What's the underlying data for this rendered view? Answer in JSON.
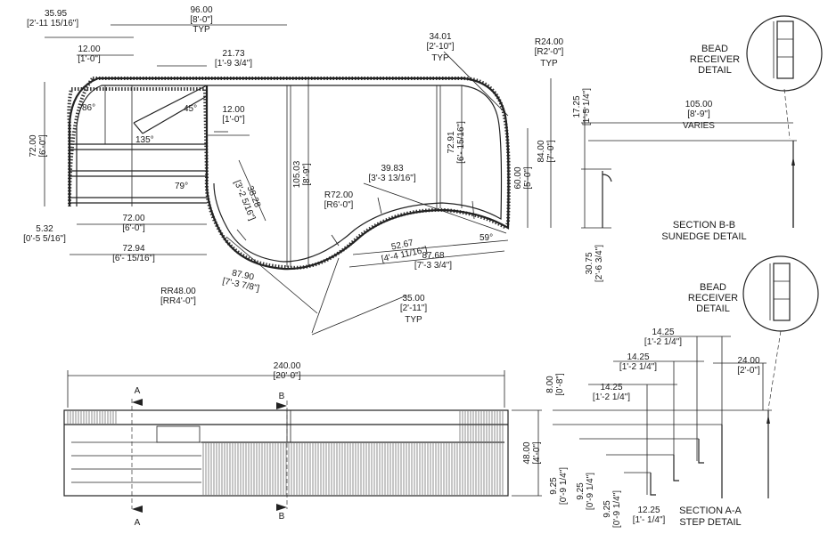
{
  "plan_labels": {
    "d1": [
      "35.95",
      "[2'-11 15/16\"]"
    ],
    "d2": [
      "96.00",
      "[8'-0\"]",
      "TYP"
    ],
    "d3": [
      "12.00",
      "[1'-0\"]"
    ],
    "d4": [
      "21.73",
      "[1'-9 3/4\"]"
    ],
    "d5": [
      "34.01",
      "[2'-10\"]",
      "TYP"
    ],
    "d6": [
      "R24.00",
      "[R2'-0\"]",
      "TYP"
    ],
    "d7": [
      "12.00",
      "[1'-0\"]"
    ],
    "ang1": "86°",
    "ang2": "45°",
    "ang3": "135°",
    "ang4": "79°",
    "ang5": "59°",
    "d8": [
      "72.00",
      "[6'-0\"]"
    ],
    "d9": [
      "105.03",
      "[8'-9\"]"
    ],
    "d10": [
      "72.91",
      "[6'- 15/16\"]"
    ],
    "d11": [
      "84.00",
      "[7'-0\"]"
    ],
    "d12": [
      "60.00",
      "[5'-0\"]"
    ],
    "d13": [
      "38.28",
      "[3'-2 5/16\"]"
    ],
    "d14": [
      "39.83",
      "[3'-3 13/16\"]"
    ],
    "d15": [
      "R72.00",
      "[R6'-0\"]"
    ],
    "d16": [
      "5.32",
      "[0'-5 5/16\"]"
    ],
    "d17": [
      "72.00",
      "[6'-0\"]"
    ],
    "d18": [
      "72.94",
      "[6'- 15/16\"]"
    ],
    "d19": [
      "52.67",
      "[4'-4 11/16\"]"
    ],
    "d20": [
      "87.68",
      "[7'-3 3/4\"]"
    ],
    "d21": [
      "87.90",
      "[7'-3 7/8\"]"
    ],
    "d22": [
      "RR48.00",
      "[RR4'-0\"]"
    ],
    "d23": [
      "35.00",
      "[2'-11\"]",
      "TYP"
    ]
  },
  "elevation_labels": {
    "d1": [
      "240.00",
      "[20'-0\"]"
    ],
    "d2": [
      "48.00",
      "[4'-0\"]"
    ],
    "sec_a": "A",
    "sec_b": "B"
  },
  "section_bb": {
    "bead_title": [
      "BEAD",
      "RECEIVER",
      "DETAIL"
    ],
    "d1": [
      "17.25",
      "[1'-5 1/4\"]"
    ],
    "d2": [
      "105.00",
      "[8'-9\"]",
      "VARIES"
    ],
    "d3": [
      "30.75",
      "[2'-6 3/4\"]"
    ],
    "title": [
      "SECTION B-B",
      "SUNEDGE DETAIL"
    ]
  },
  "section_aa": {
    "bead_title": [
      "BEAD",
      "RECEIVER",
      "DETAIL"
    ],
    "d1": [
      "14.25",
      "[1'-2 1/4\"]"
    ],
    "d2": [
      "14.25",
      "[1'-2 1/4\"]"
    ],
    "d3": [
      "14.25",
      "[1'-2 1/4\"]"
    ],
    "d4": [
      "24.00",
      "[2'-0\"]"
    ],
    "d5": [
      "8.00",
      "[0'-8\"]"
    ],
    "d6": [
      "9.25",
      "[0'-9 1/4\"]"
    ],
    "d7": [
      "9.25",
      "[0'-9 1/4\"]"
    ],
    "d8": [
      "9.25",
      "[0'-9 1/4\"]"
    ],
    "d9": [
      "12.25",
      "[1'- 1/4\"]"
    ],
    "title": [
      "SECTION A-A",
      "STEP DETAIL"
    ]
  }
}
